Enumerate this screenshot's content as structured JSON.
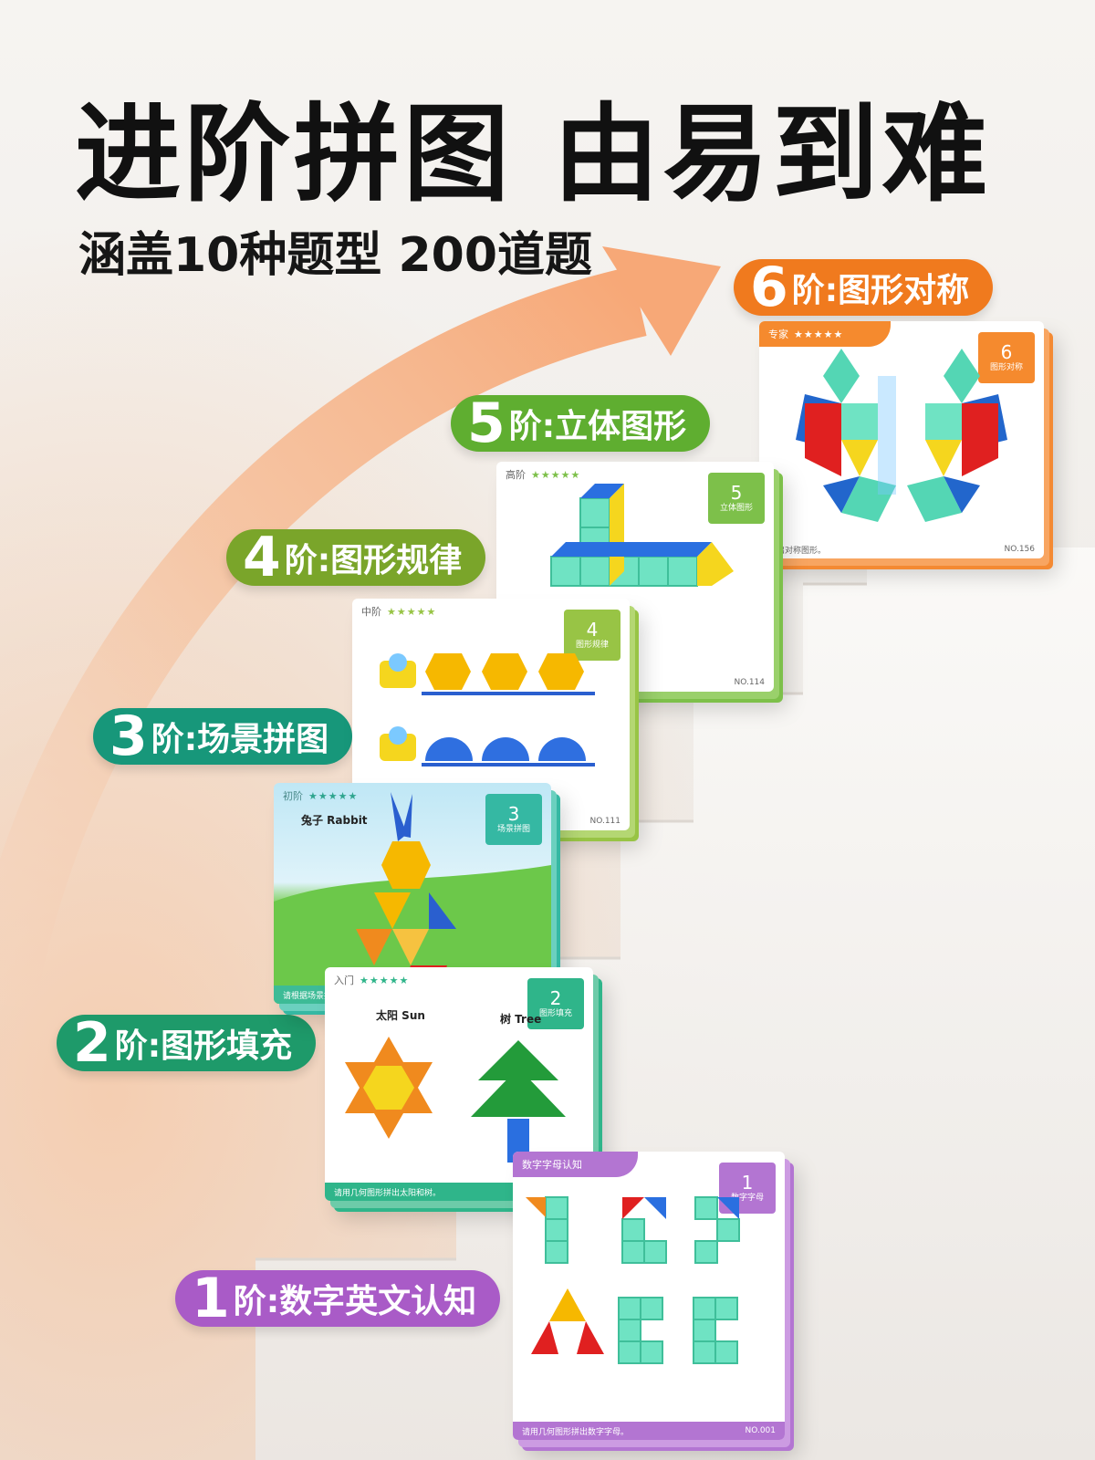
{
  "headline": "进阶拼图 由易到难",
  "subheadline": "涵盖10种题型 200道题",
  "levels": [
    {
      "num": "1",
      "label": "阶:数字英文认知",
      "color": "#a95bc7"
    },
    {
      "num": "2",
      "label": "阶:图形填充",
      "color": "#1e9a6a"
    },
    {
      "num": "3",
      "label": "阶:场景拼图",
      "color": "#17977a"
    },
    {
      "num": "4",
      "label": "阶:图形规律",
      "color": "#7aa52a"
    },
    {
      "num": "5",
      "label": "阶:立体图形",
      "color": "#5fae30"
    },
    {
      "num": "6",
      "label": "阶:图形对称",
      "color": "#f07a1e"
    }
  ],
  "cards": {
    "c1": {
      "tag": "数字字母认知",
      "badge_num": "1",
      "badge_cap": "数字字母",
      "footer": "请用几何图形拼出数字字母。",
      "number": "NO.001",
      "color": "#b375d2"
    },
    "c2": {
      "tag": "入门",
      "stars": "★★★★★",
      "badge_num": "2",
      "badge_cap": "图形填充",
      "footer": "请用几何图形拼出太阳和树。",
      "item1": "太阳 Sun",
      "item2": "树 Tree",
      "color": "#2fb58a"
    },
    "c3": {
      "tag": "初阶",
      "stars": "★★★★★",
      "badge_num": "3",
      "badge_cap": "场景拼图",
      "footer": "请根据场景拼",
      "item1": "兔子 Rabbit",
      "color": "#35b8a3"
    },
    "c4": {
      "tag": "中阶",
      "stars": "★★★★★",
      "badge_num": "4",
      "badge_cap": "图形规律",
      "number": "NO.111",
      "color": "#98c445"
    },
    "c5": {
      "tag": "高阶",
      "stars": "★★★★★",
      "badge_num": "5",
      "badge_cap": "立体图形",
      "number": "NO.114",
      "color": "#7dc04a"
    },
    "c6": {
      "tag": "专家",
      "stars": "★★★★★",
      "badge_num": "6",
      "badge_cap": "图形对称",
      "footer": "摆出对称图形。",
      "number": "NO.156",
      "color": "#f58a2e"
    }
  }
}
